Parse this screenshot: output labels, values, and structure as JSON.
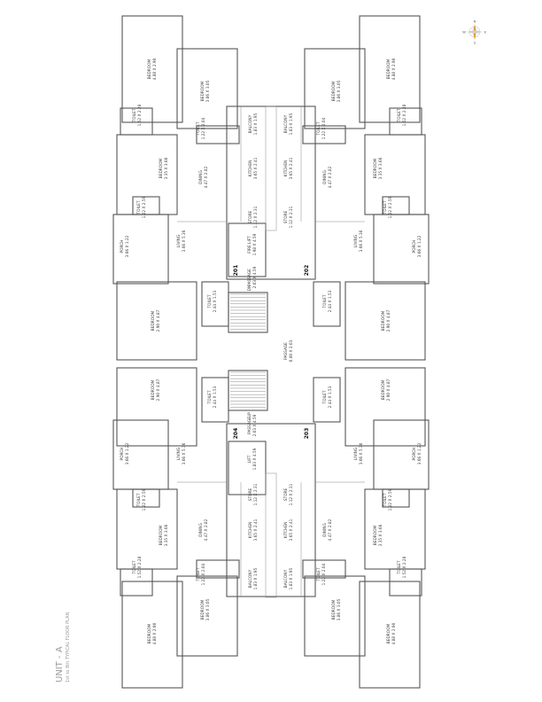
{
  "title": "UNIT - A",
  "subtitle": "1st to 8th TYPICAL FLOOR PLAN",
  "compass": {
    "n": "N",
    "s": "S",
    "e": "E",
    "w": "W"
  },
  "units": [
    "201",
    "202",
    "203",
    "204"
  ],
  "stair": {
    "dn": "DN",
    "up": "UP"
  },
  "rooms": [
    {
      "name": "BEDROOM",
      "dim": "4.88 X 2.90"
    },
    {
      "name": "BEDROOM",
      "dim": "3.86 X 3.05"
    },
    {
      "name": "TOILET",
      "dim": "1.52 X 2.28"
    },
    {
      "name": "TOILET",
      "dim": "1.22 X 2.04"
    },
    {
      "name": "BALCONY",
      "dim": "1.83 X 1.95"
    },
    {
      "name": "BEDROOM",
      "dim": "3.35 X 3.66"
    },
    {
      "name": "DINING",
      "dim": "4.47 X 2.82"
    },
    {
      "name": "KITCHEN",
      "dim": "3.65 X 2.41"
    },
    {
      "name": "TOILET",
      "dim": "1.22 X 2.59"
    },
    {
      "name": "STORE",
      "dim": "1.12 X 2.31"
    },
    {
      "name": "PORCH",
      "dim": "3.66 X 1.22"
    },
    {
      "name": "LIVING",
      "dim": "3.66 X 5.36"
    },
    {
      "name": "FIRE LIFT",
      "dim": "1.98 X 4.59"
    },
    {
      "name": "PASSAGE",
      "dim": "2.03 X 4.59"
    },
    {
      "name": "BEDROOM",
      "dim": "2.90 X 4.87"
    },
    {
      "name": "TOILET",
      "dim": "2.44 X 1.53"
    },
    {
      "name": "PASSAGE",
      "dim": "6.00 X 2.03"
    },
    {
      "name": "LIFT",
      "dim": "1.83 X 4.59"
    }
  ]
}
